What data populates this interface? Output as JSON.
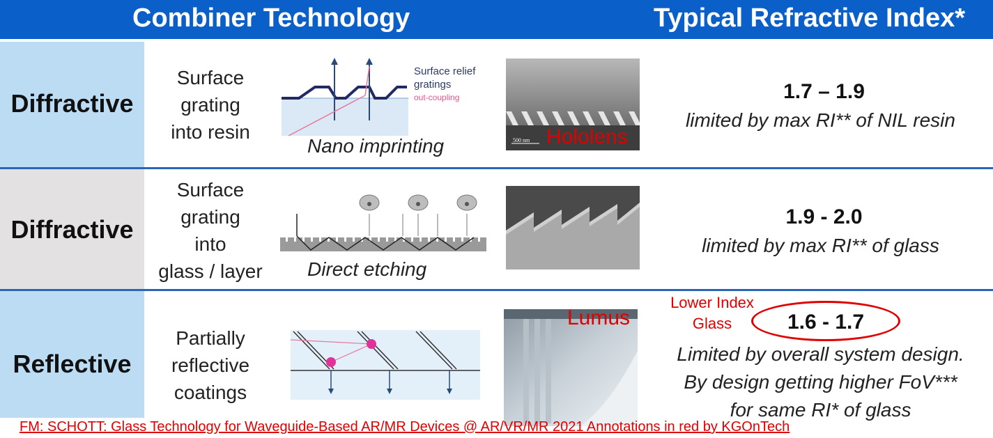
{
  "header": {
    "left_title": "Combiner Technology",
    "right_title": "Typical Refractive Index*"
  },
  "rows": [
    {
      "type": "Diffractive",
      "method_lines": [
        "Surface",
        "grating",
        "into resin"
      ],
      "diagram_labels": [
        "Surface relief",
        "gratings",
        "out-coupling"
      ],
      "caption": "Nano imprinting",
      "photo_scale": "500 nm",
      "photo_annotation": "Hololens",
      "ri_value": "1.7 – 1.9",
      "ri_note_lines": [
        "limited by max RI** of NIL resin"
      ]
    },
    {
      "type": "Diffractive",
      "method_lines": [
        "Surface",
        "grating",
        "into",
        "glass / layer"
      ],
      "caption": "Direct etching",
      "ri_value": "1.9 - 2.0",
      "ri_note_lines": [
        "limited by max RI** of glass"
      ]
    },
    {
      "type": "Reflective",
      "method_lines": [
        "Partially",
        "reflective",
        "coatings"
      ],
      "photo_annotation": "Lumus",
      "ri_annotation_lines": [
        "Lower Index",
        "Glass"
      ],
      "ri_value": "1.6 - 1.7",
      "ri_note_lines": [
        "Limited by overall system design.",
        "By design getting higher FoV***",
        "for same RI* of glass"
      ]
    }
  ],
  "footer": {
    "credit": "FM: SCHOTT: Glass Technology for Waveguide-Based AR/MR Devices @ AR/VR/MR 2021 Annotations in red by KGOnTech"
  },
  "colors": {
    "header_bg": "#0a5fc8",
    "type_cell_1": "#bcdcf4",
    "type_cell_2": "#e3e1e1",
    "type_cell_3": "#bcdcf4",
    "annotation_red": "#e00000",
    "separator": "#2a66b8"
  }
}
